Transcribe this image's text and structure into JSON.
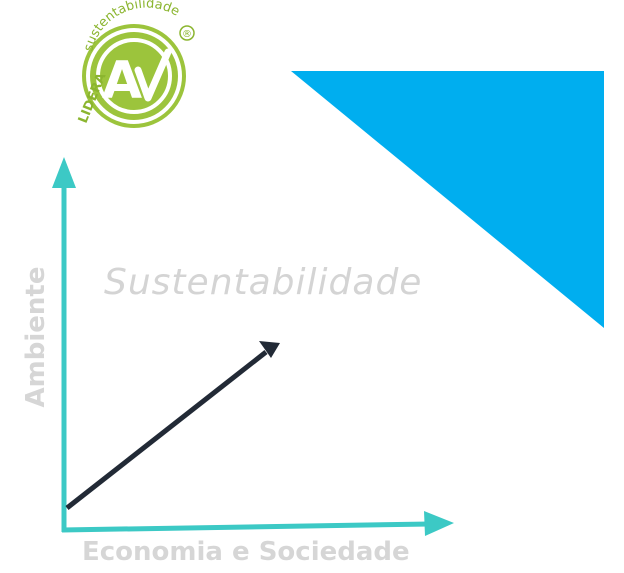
{
  "diagram": {
    "center_label": "Sustentabilidade",
    "x_axis_label": "Economia e Sociedade",
    "y_axis_label": "Ambiente"
  },
  "logo": {
    "arc_text": "sustentabilidade",
    "side_text": "LIDERA",
    "monogram": "A",
    "registered_mark": "®"
  },
  "colors": {
    "axis": "#3cc9c5",
    "arrow": "#222a36",
    "triangle": "#00aeef",
    "logo_green": "#9cc43c",
    "label_gray": "#d6d6d6"
  }
}
